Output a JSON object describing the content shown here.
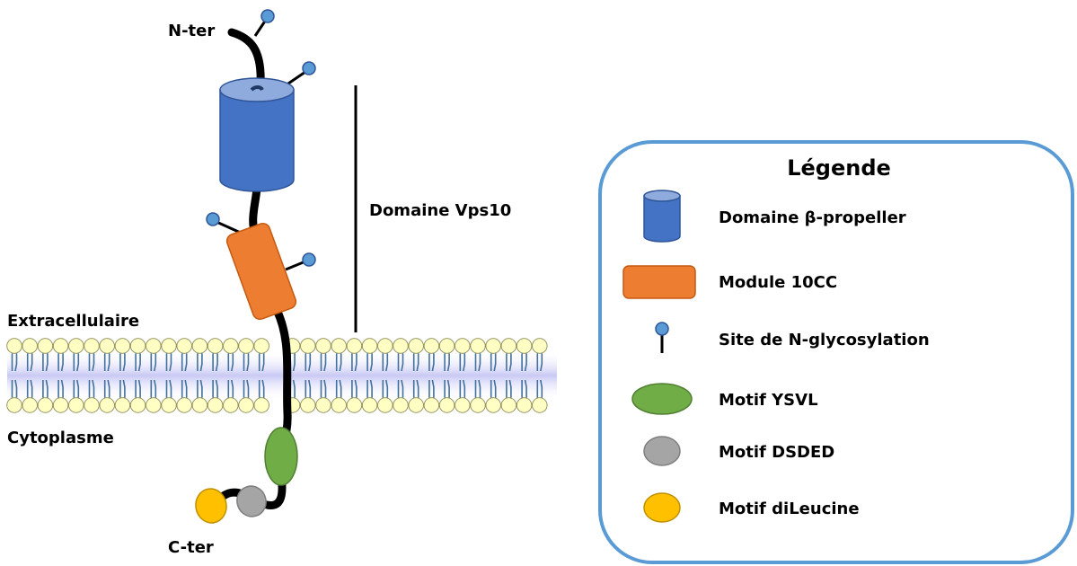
{
  "labels": {
    "n_ter": "N-ter",
    "c_ter": "C-ter",
    "extracellular": "Extracellulaire",
    "cytoplasm": "Cytoplasme",
    "domain_vps10": "Domaine Vps10"
  },
  "legend": {
    "title": "Légende",
    "items": [
      {
        "label": "Domaine β-propeller",
        "shape": "cylinder",
        "color": "#4472C4"
      },
      {
        "label": "Module 10CC",
        "shape": "rounded-rect",
        "color": "#ED7D31"
      },
      {
        "label": "Site de N-glycosylation",
        "shape": "glycosylation-pin",
        "color": "#5B9BD5"
      },
      {
        "label": "Motif YSVL",
        "shape": "ellipse",
        "color": "#70AD47"
      },
      {
        "label": "Motif DSDED",
        "shape": "ellipse",
        "color": "#A5A5A5"
      },
      {
        "label": "Motif diLeucine",
        "shape": "ellipse",
        "color": "#FFC000"
      }
    ]
  },
  "colors": {
    "propeller": "#4472C4",
    "module10cc": "#ED7D31",
    "glyco": "#5B9BD5",
    "ysvl": "#70AD47",
    "dsded": "#A5A5A5",
    "dileucine": "#FFC000",
    "lipid_head": "#FFFFC4",
    "lipid_tail": "#41719C",
    "membrane_band": "#C9C9F5",
    "legend_border": "#5B9BD5"
  }
}
